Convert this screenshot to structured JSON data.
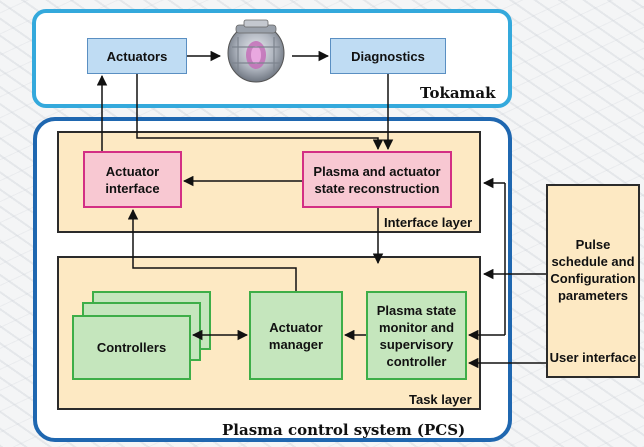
{
  "frames": {
    "tokamak_label": "Tokamak",
    "pcs_label": "Plasma control system (PCS)"
  },
  "layers": {
    "interface_label": "Interface layer",
    "task_label": "Task layer"
  },
  "boxes": {
    "actuators": "Actuators",
    "diagnostics": "Diagnostics",
    "actuator_interface": "Actuator interface",
    "state_reconstruction": "Plasma and actuator state reconstruction",
    "controllers": "Controllers",
    "actuator_manager": "Actuator manager",
    "supervisory_controller": "Plasma state monitor and supervisory controller",
    "pulse_schedule": "Pulse schedule and Configuration parameters",
    "user_interface": "User interface"
  },
  "colors": {
    "tokamak_frame": "#34a9dc",
    "pcs_frame": "#1f67b0",
    "layer_fill": "#fde9c3",
    "blue_box": "#bfdcf3",
    "pink_box": "#f8c8d2",
    "green_box": "#c5e6bd"
  },
  "icons": {
    "tokamak_image": "tokamak-vessel-icon"
  }
}
